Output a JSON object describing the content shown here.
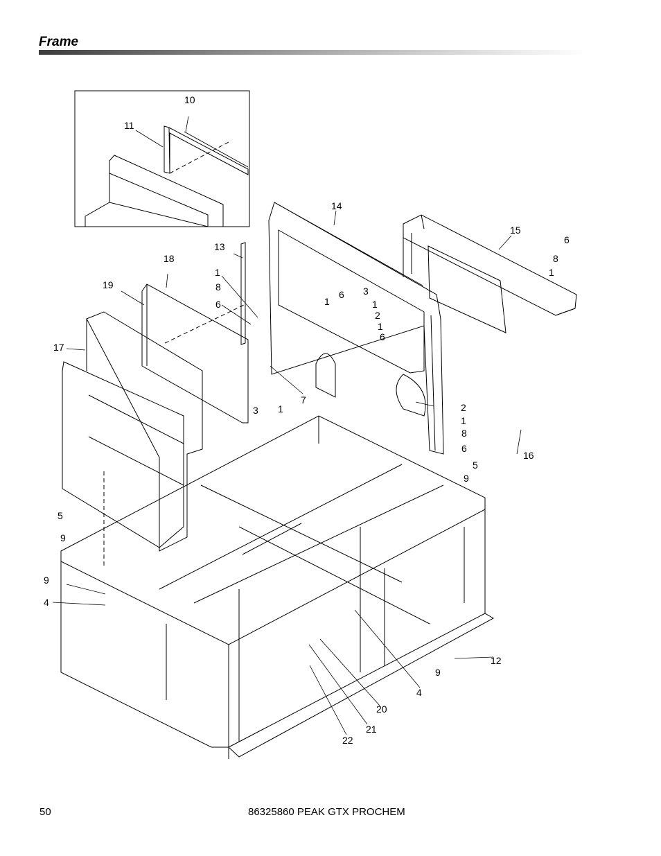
{
  "header": {
    "title": "Frame"
  },
  "footer": {
    "page_number": "50",
    "document": "86325860 PEAK GTX PROCHEM"
  },
  "callouts": [
    "10",
    "11",
    "14",
    "15",
    "13",
    "18",
    "1",
    "8",
    "6",
    "19",
    "6",
    "8",
    "1",
    "3",
    "1",
    "6",
    "1",
    "2",
    "1",
    "6",
    "17",
    "3",
    "1",
    "7",
    "2",
    "1",
    "8",
    "6",
    "5",
    "16",
    "9",
    "5",
    "9",
    "9",
    "4",
    "12",
    "9",
    "4",
    "20",
    "21",
    "22"
  ]
}
